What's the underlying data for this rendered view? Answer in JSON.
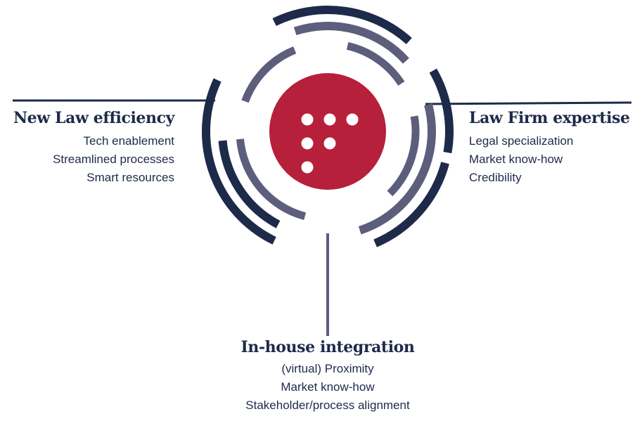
{
  "colors": {
    "navy": "#1e2a4a",
    "slate": "#5d5d7c",
    "brand_red": "#b7203a",
    "dot_white": "#ffffff"
  },
  "logo_icon": "six-dot-F-mark",
  "pillars": {
    "left": {
      "title": "New Law efficiency",
      "items": [
        "Tech enablement",
        "Streamlined processes",
        "Smart resources"
      ]
    },
    "right": {
      "title": "Law Firm expertise",
      "items": [
        "Legal specialization",
        "Market know-how",
        "Credibility"
      ]
    },
    "bottom": {
      "title": "In-house integration",
      "items": [
        "(virtual) Proximity",
        "Market know-how",
        "Stakeholder/process alignment"
      ]
    }
  }
}
